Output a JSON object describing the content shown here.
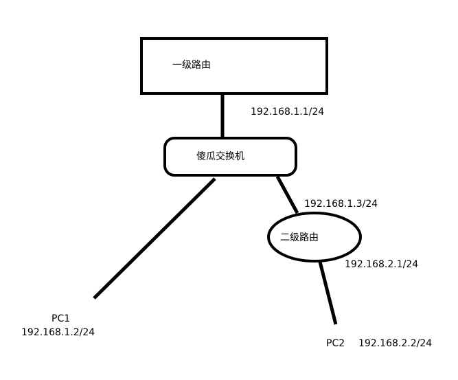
{
  "nodes": {
    "router1": {
      "label": "一级路由",
      "ip": "192.168.1.1/24"
    },
    "switch": {
      "label": "傻瓜交换机"
    },
    "router2": {
      "label": "二级路由",
      "ip_upstream": "192.168.1.3/24",
      "ip_downstream": "192.168.2.1/24"
    },
    "pc1": {
      "label": "PC1",
      "ip": "192.168.1.2/24"
    },
    "pc2": {
      "label": "PC2",
      "ip": "192.168.2.2/24"
    }
  }
}
